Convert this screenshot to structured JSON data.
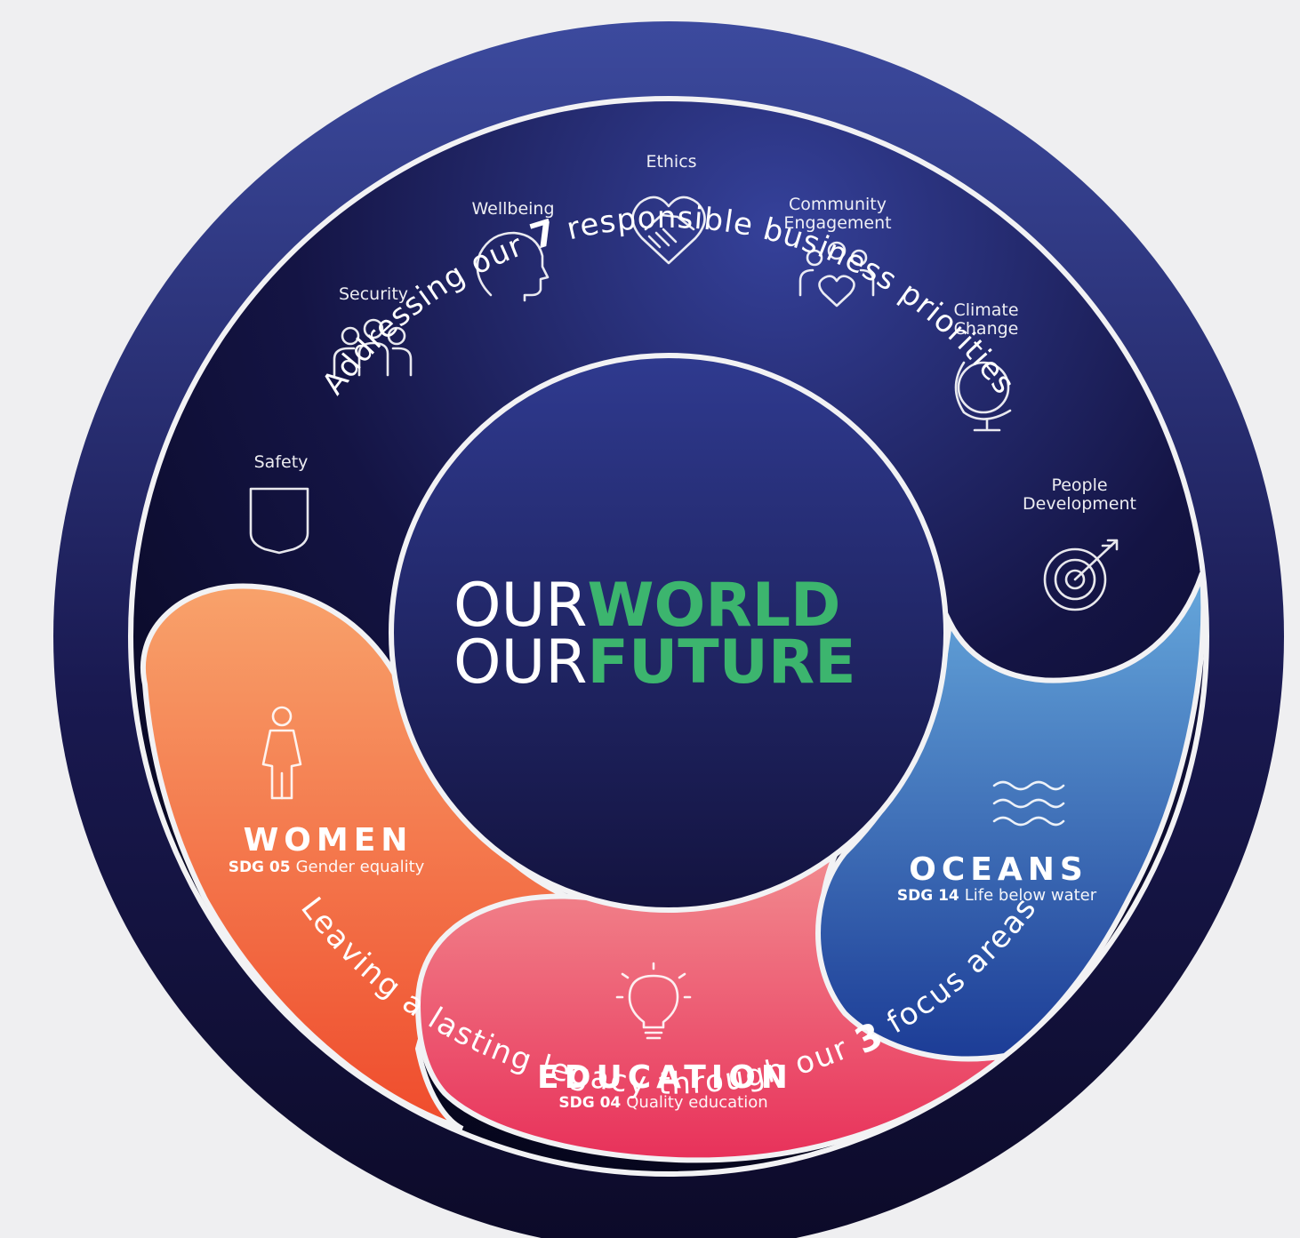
{
  "outer_ring": {
    "top_text_pre": "Addressing our ",
    "top_text_number": "7",
    "top_text_post": " responsible business priorities",
    "bottom_text_pre": "Leaving a lasting legacy through our ",
    "bottom_text_number": "3",
    "bottom_text_post": " focus areas"
  },
  "center": {
    "line1_white": "OUR",
    "line1_green": "WORLD",
    "line2_white": "OUR",
    "line2_green": "FUTURE",
    "green_color": "#3cb56e"
  },
  "priorities": [
    {
      "label": "Safety",
      "icon": "shield-icon"
    },
    {
      "label": "Security",
      "icon": "group-icon"
    },
    {
      "label": "Wellbeing",
      "icon": "head-profile-icon"
    },
    {
      "label": "Ethics",
      "icon": "heart-handshake-icon"
    },
    {
      "label_line1": "Community",
      "label_line2": "Engagement",
      "icon": "community-heart-icon"
    },
    {
      "label_line1": "Climate",
      "label_line2": "Change",
      "icon": "globe-icon"
    },
    {
      "label_line1": "People",
      "label_line2": "Development",
      "icon": "target-arrow-icon"
    }
  ],
  "focus_areas": [
    {
      "title": "WOMEN",
      "sdg_code": "SDG 05",
      "sdg_text": "Gender equality",
      "icon": "woman-icon",
      "color": "#f26a3f"
    },
    {
      "title": "EDUCATION",
      "sdg_code": "SDG 04",
      "sdg_text": "Quality education",
      "icon": "lightbulb-icon",
      "color": "#ea4a65"
    },
    {
      "title": "OCEANS",
      "sdg_code": "SDG 14",
      "sdg_text": "Life below water",
      "icon": "waves-icon",
      "color": "#3a6bbd"
    }
  ]
}
